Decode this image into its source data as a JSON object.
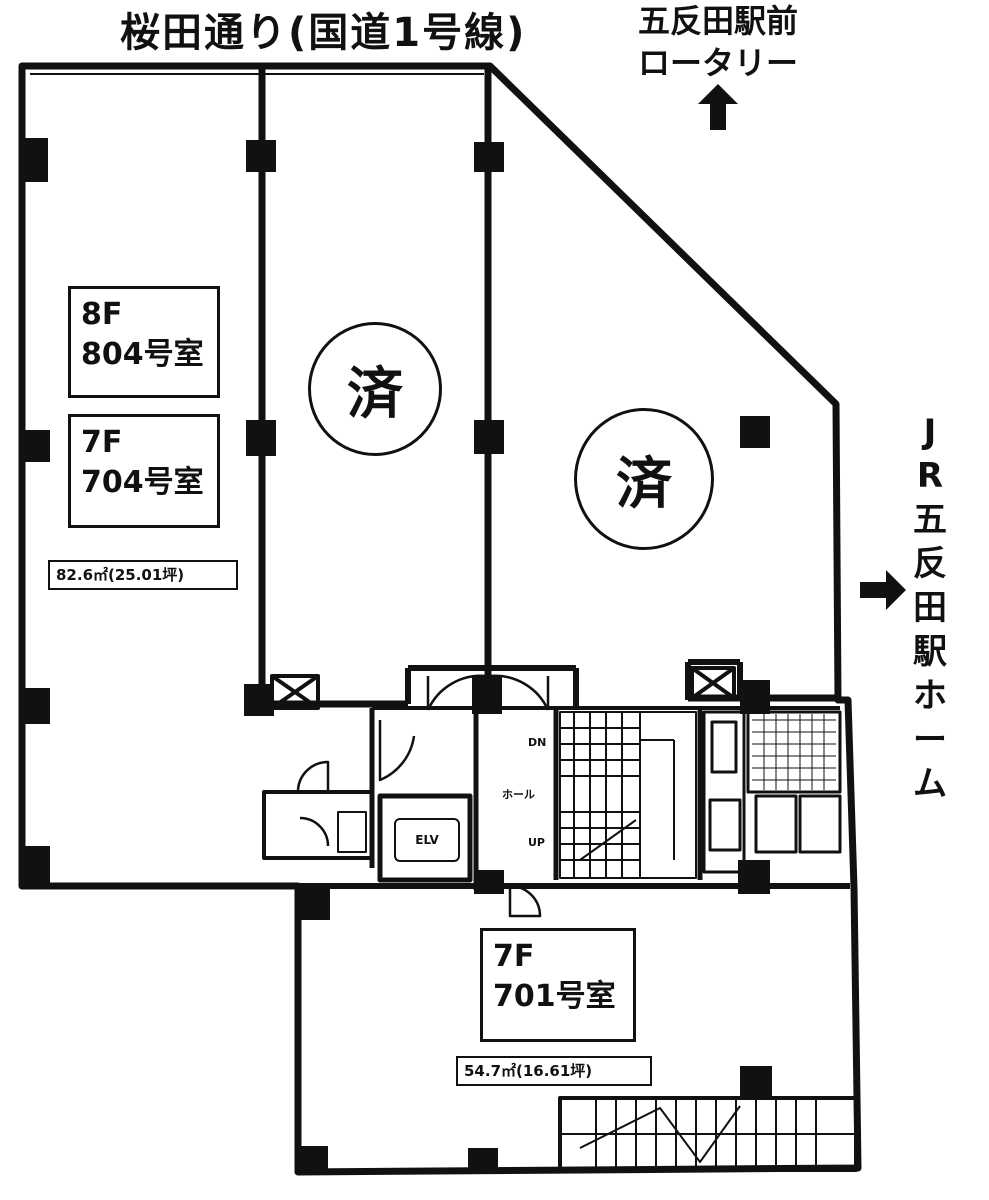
{
  "road": {
    "title": "桜田通り(国道1号線)"
  },
  "north_direction": {
    "line1": "五反田駅前",
    "line2": "ロータリー"
  },
  "east_direction": {
    "chars": [
      "J",
      "R",
      "五",
      "反",
      "田",
      "駅",
      "ホ",
      "ー",
      "ム"
    ]
  },
  "units": {
    "u804": {
      "floor": "8F",
      "room": "804号室"
    },
    "u704": {
      "floor": "7F",
      "room": "704号室"
    },
    "u701": {
      "floor": "7F",
      "room": "701号室"
    }
  },
  "areas": {
    "left": "82.6㎡(25.01坪)",
    "bottom": "54.7㎡(16.61坪)"
  },
  "occupied_mark": "済",
  "core": {
    "hall_label": "ホール",
    "up_label": "UP",
    "down_label": "DN",
    "ev_label": "ELV"
  },
  "colors": {
    "ink": "#111111",
    "paper": "#ffffff"
  }
}
